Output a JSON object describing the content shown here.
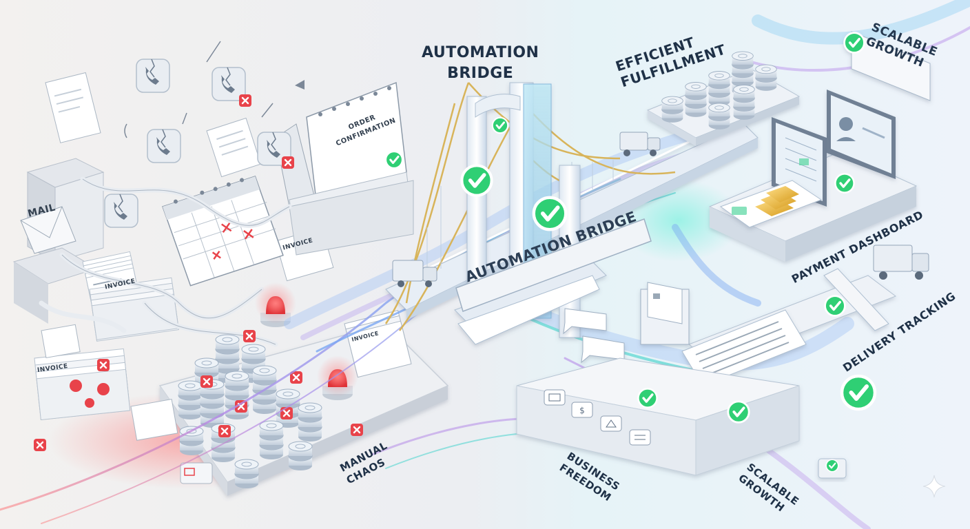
{
  "labels": {
    "automation_bridge_top": [
      "AUTOMATION",
      "BRIDGE"
    ],
    "efficient_fulfillment": [
      "EFFICIENT",
      "FULFILLMENT"
    ],
    "scalable_growth_top": [
      "SCALABLE",
      "GROWTH"
    ],
    "automation_bridge_sign": "AUTOMATION BRIDGE",
    "payment_dashboard": "PAYMENT DASHBOARD",
    "delivery_tracking": "DELIVERY TRACKING",
    "manual_chaos": [
      "MANUAL",
      "CHAOS"
    ],
    "business_freedom": [
      "BUSINESS",
      "FREEDOM"
    ],
    "scalable_growth_bottom": [
      "SCALABLE",
      "GROWTH"
    ]
  },
  "documents": {
    "order_confirmation": [
      "ORDER",
      "CONFIRMATION"
    ],
    "mail": "MAIL",
    "invoice": "INVOICE",
    "invoice_alt": "INVOICE",
    "invoice_small": "INVOICE",
    "invoice_tiny": "INVOICE"
  },
  "colors": {
    "text": "#1f3147",
    "check_green": "#2fcf74",
    "alert_red": "#e8434a",
    "flow_blue": "#7aa8f2",
    "flow_teal": "#55d6d0",
    "flow_purple": "#b58ae8",
    "cable_gold": "#d8b45a",
    "platform": "#f4f6f9"
  },
  "icons": [
    "phone-broken-icon",
    "calendar-icon",
    "coin-stack-icon",
    "check-badge-icon",
    "truck-icon",
    "credit-card-icon",
    "monitor-icon",
    "gold-bars-icon",
    "alarm-light-icon",
    "chat-bubble-icon",
    "receipt-icon",
    "sparkle-icon"
  ]
}
